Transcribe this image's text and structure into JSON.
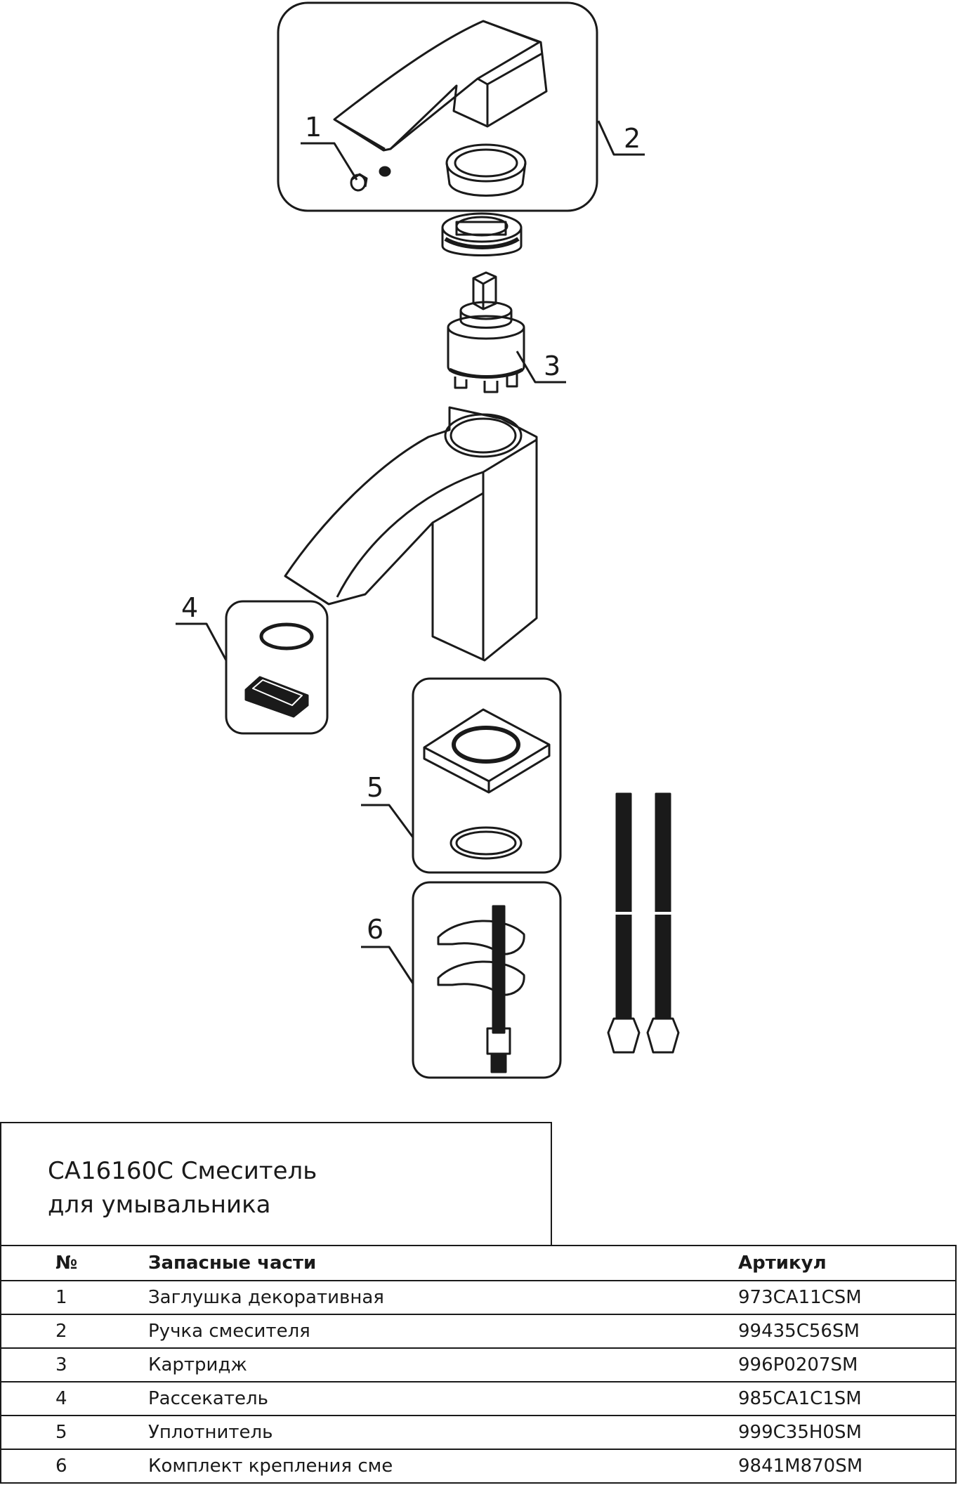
{
  "title": {
    "line1": "CA16160C Смеситель",
    "line2": "для умывальника"
  },
  "table": {
    "headers": {
      "no": "№",
      "name": "Запасные части",
      "article": "Артикул"
    },
    "rows": [
      {
        "no": "1",
        "name": "Заглушка декоративная",
        "article": "973CA11CSM"
      },
      {
        "no": "2",
        "name": "Ручка смесителя",
        "article": "99435C56SM"
      },
      {
        "no": "3",
        "name": "Картридж",
        "article": "996P0207SM"
      },
      {
        "no": "4",
        "name": "Рассекатель",
        "article": "985CA1C1SM"
      },
      {
        "no": "5",
        "name": "Уплотнитель",
        "article": "999C35H0SM"
      },
      {
        "no": "6",
        "name": "Комплект крепления сме",
        "article": "9841M870SM"
      }
    ]
  },
  "callouts": [
    "1",
    "2",
    "3",
    "4",
    "5",
    "6"
  ]
}
